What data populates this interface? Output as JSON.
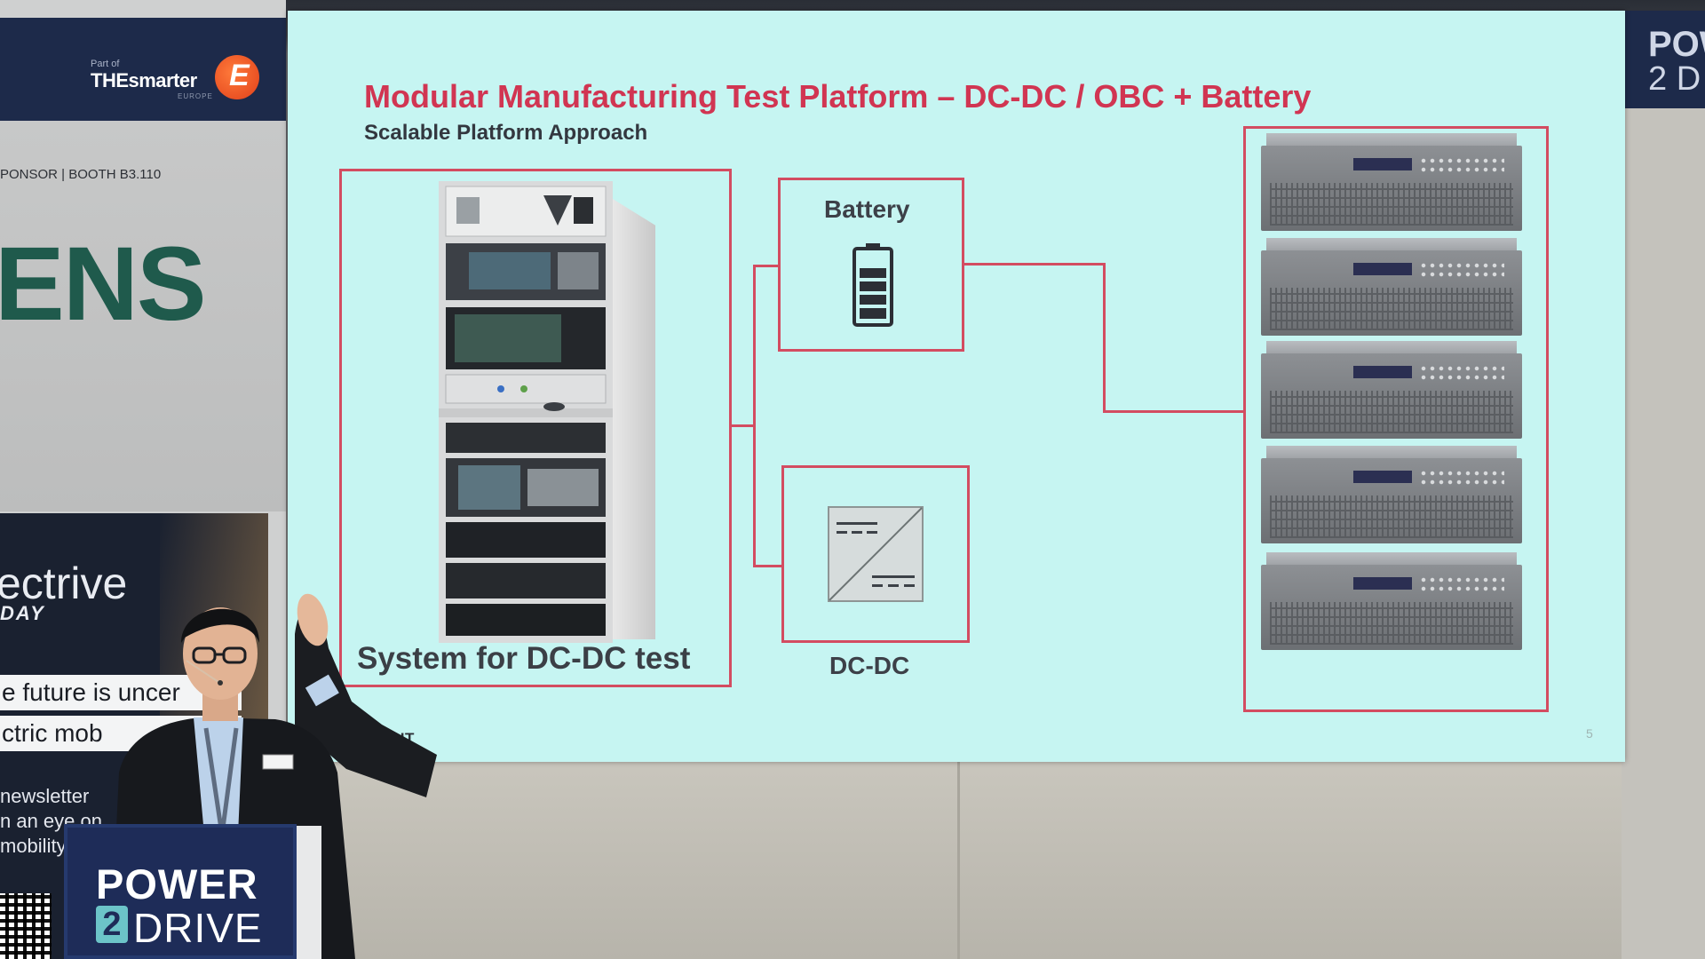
{
  "slide": {
    "title": "Modular Manufacturing Test Platform – DC-DC / OBC + Battery",
    "subtitle": "Scalable Platform Approach",
    "system_label": "System for DC-DC test",
    "battery_label": "Battery",
    "dcdc_label": "DC-DC",
    "brand": "KEYSIGHT",
    "page_number": "5",
    "accent_color": "#d34c61",
    "title_color": "#d13552",
    "background_color": "#c6f5f2"
  },
  "left_banner": {
    "part_of": "Part of",
    "smarter": "THEsmarter",
    "europe": "EUROPE",
    "logo_letter": "E",
    "sponsor": "PONSOR | BOOTH B3.110",
    "brand_fragment": "ENS",
    "magazine": "ectrive",
    "magazine_sub": "DAY",
    "strip_1": "e future is uncer",
    "strip_2": "ctric mob",
    "line_1": "newsletter",
    "line_2": "n an eye on",
    "line_3": "mobility"
  },
  "right_banner": {
    "text_1": "POW",
    "text_2": "2 D"
  },
  "podium": {
    "power": "POWER",
    "two": "2",
    "drive": "DRIVE",
    "color": "#1e2c58"
  }
}
